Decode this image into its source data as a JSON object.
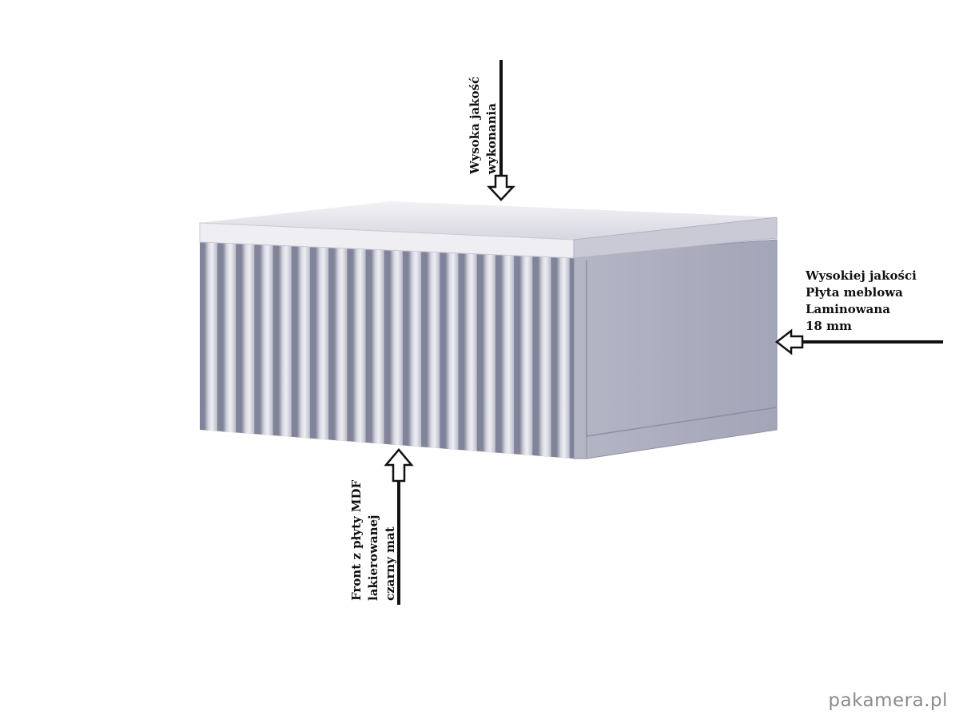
{
  "annotations": {
    "top": {
      "lines": [
        "Wysoka jakość",
        "wykonania"
      ],
      "arrow_direction": "down"
    },
    "right": {
      "lines": [
        "Wysokiej jakości",
        "Płyta meblowa",
        "Laminowana",
        "18 mm"
      ],
      "arrow_direction": "left"
    },
    "bottom": {
      "lines": [
        "Front z płyty MDF",
        "lakierowanej",
        "czarny mat"
      ],
      "arrow_direction": "up"
    }
  },
  "watermark": "pakamera.pl",
  "product": {
    "type": "wall-mounted drawer cabinet",
    "front_style": "vertical slats",
    "slat_count": 20
  },
  "colors": {
    "background": "#ffffff",
    "cabinet_top": "#dcdce4",
    "cabinet_side": "#a9abbd",
    "slat_light": "#e6e6ec",
    "slat_dark": "#7b7e92",
    "line": "#111111",
    "watermark": "#8a8a8a"
  }
}
